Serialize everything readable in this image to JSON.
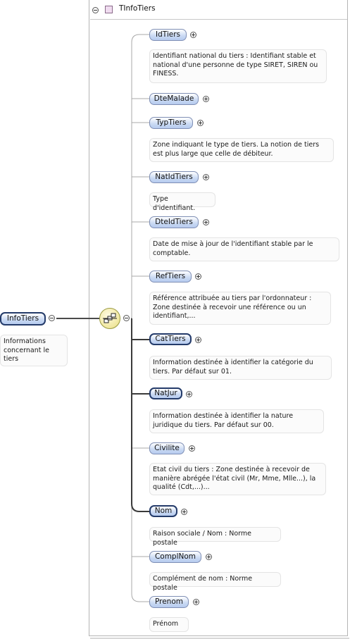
{
  "type_title": "TInfoTiers",
  "root": {
    "name": "InfoTiers",
    "description": "Informations concernant le tiers"
  },
  "elements": [
    {
      "name": "IdTiers",
      "mandatory": false,
      "description": "Identifiant national du tiers : Identifiant stable et national d'une personne de type SIRET, SIREN ou FINESS."
    },
    {
      "name": "DteMalade",
      "mandatory": false,
      "description": ""
    },
    {
      "name": "TypTiers",
      "mandatory": false,
      "description": "Zone indiquant le type de tiers. La notion de tiers est plus large que celle de débiteur."
    },
    {
      "name": "NatIdTiers",
      "mandatory": false,
      "description": "Type d'identifiant."
    },
    {
      "name": "DteIdTiers",
      "mandatory": false,
      "description": "Date de mise à jour de l'identifiant stable par le comptable."
    },
    {
      "name": "RefTiers",
      "mandatory": false,
      "description": "Référence attribuée au tiers par l'ordonnateur : Zone destinée à recevoir une référence ou un identifiant,..."
    },
    {
      "name": "CatTiers",
      "mandatory": true,
      "description": "Information destinée à identifier la catégorie du tiers. Par défaut sur 01."
    },
    {
      "name": "NatJur",
      "mandatory": true,
      "description": "Information destinée à identifier la nature juridique du tiers. Par défaut sur 00."
    },
    {
      "name": "Civilite",
      "mandatory": false,
      "description": "Etat civil du tiers : Zone destinée à recevoir de manière abrégée l'état civil (Mr, Mme, Mlle...), la qualité (Cdt,...)..."
    },
    {
      "name": "Nom",
      "mandatory": true,
      "description": "Raison sociale / Nom : Norme postale"
    },
    {
      "name": "ComplNom",
      "mandatory": false,
      "description": "Complément de nom : Norme postale"
    },
    {
      "name": "Prenom",
      "mandatory": false,
      "description": "Prénom"
    }
  ],
  "colors": {
    "element_fill": "#c9d9f3",
    "element_border": "#7f8fb5",
    "mandatory_border": "#243b6a",
    "sequence_fill": "#f0e79f"
  }
}
